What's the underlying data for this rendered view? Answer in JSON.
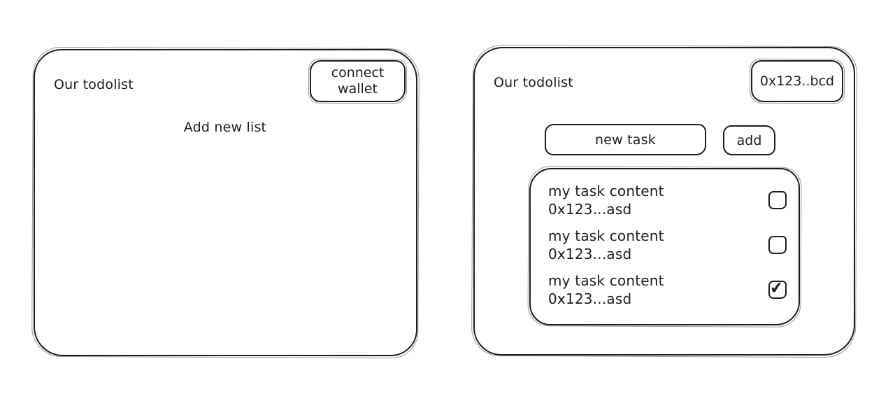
{
  "colors": {
    "stroke": "#1e1e1e",
    "background": "#ffffff"
  },
  "left_panel": {
    "title": "Our todolist",
    "connect_wallet_label": "connect wallet",
    "add_new_list_label": "Add new list"
  },
  "right_panel": {
    "title": "Our todolist",
    "wallet_address": "0x123..bcd",
    "new_task_value": "new task",
    "add_button_label": "add",
    "tasks": [
      {
        "content": "my task content",
        "address": "0x123...asd",
        "checked": false,
        "checkbox_glyph": ""
      },
      {
        "content": "my task content",
        "address": "0x123...asd",
        "checked": false,
        "checkbox_glyph": ""
      },
      {
        "content": "my task content",
        "address": "0x123...asd",
        "checked": true,
        "checkbox_glyph": "✔"
      }
    ]
  }
}
